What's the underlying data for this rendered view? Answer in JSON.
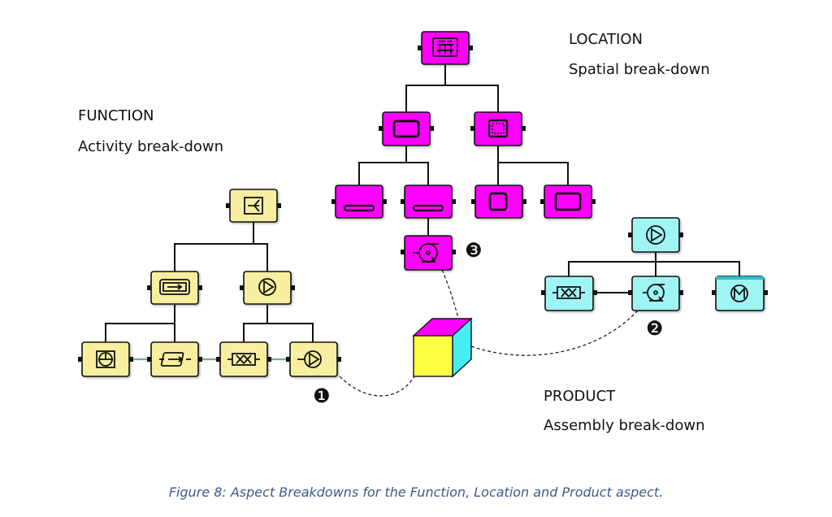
{
  "colors": {
    "function_fill": "#f7ef9f",
    "location_fill": "#ff00ff",
    "product_fill": "#9ff4f4",
    "outline": "#111111",
    "link": "#7aa9a0",
    "product_accent": "#2fbec8",
    "cube_front": "#ffff44",
    "cube_top": "#ff00ff",
    "cube_side": "#44f0f5",
    "caption": "#3e5a8b"
  },
  "labels": {
    "function": {
      "title": "FUNCTION",
      "subtitle": "Activity break-down"
    },
    "location": {
      "title": "LOCATION",
      "subtitle": "Spatial break-down"
    },
    "product": {
      "title": "PRODUCT",
      "subtitle": "Assembly break-down"
    }
  },
  "markers": [
    "❶",
    "❷",
    "❸"
  ],
  "caption": "Figure 8: Aspect Breakdowns for the Function, Location and Product aspect.",
  "trees": {
    "function": {
      "root": "splitter-icon",
      "children": [
        "transport-icon",
        "pump-icon"
      ],
      "leaves": [
        "control-panel-icon",
        "transport-icon",
        "valve-icon",
        "pump-icon"
      ]
    },
    "location": {
      "root": "building-icon",
      "children": [
        "area-icon",
        "zone-icon"
      ],
      "leaves": [
        "pipe-icon",
        "pipe-icon",
        "room-icon",
        "room-icon"
      ],
      "extra": [
        "centrifugal-pump-icon"
      ]
    },
    "product": {
      "root": "pump-icon",
      "children": [
        "valve-icon",
        "centrifugal-pump-icon",
        "motor-icon"
      ]
    }
  }
}
